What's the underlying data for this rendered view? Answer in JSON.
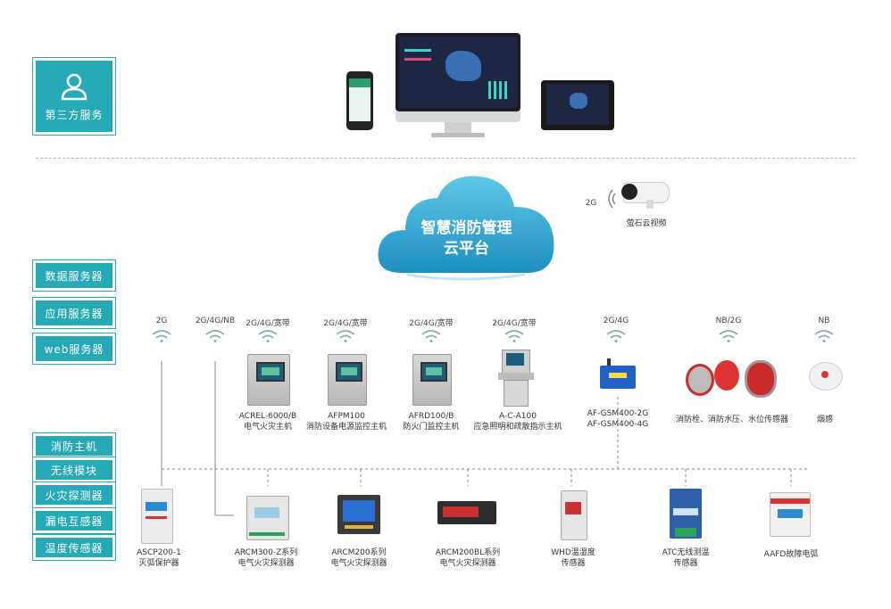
{
  "colors": {
    "accent": "#26aab8",
    "cloud": "#2a9fc2",
    "line": "#888888"
  },
  "left_boxes": {
    "third_party": "第三方服务",
    "data_server": "数据服务器",
    "app_server": "应用服务器",
    "web_server": "web服务器"
  },
  "features": [
    "消防主机",
    "无线模块",
    "火灾探测器",
    "漏电互感器",
    "温度传感器"
  ],
  "cloud": {
    "line1": "智慧消防管理",
    "line2": "云平台"
  },
  "camera": {
    "signal": "2G",
    "label": "萤石云视频"
  },
  "top_devices": [
    {
      "signal": "2G/4G/宽带",
      "line1": "ACREL-6000/B",
      "line2": "电气火灾主机"
    },
    {
      "signal": "2G/4G/宽带",
      "line1": "AFPM100",
      "line2": "消防设备电源监控主机"
    },
    {
      "signal": "2G/4G/宽带",
      "line1": "AFRD100/B",
      "line2": "防火门监控主机"
    },
    {
      "signal": "2G/4G/宽带",
      "line1": "A-C-A100",
      "line2": "应急照明和疏散指示主机"
    },
    {
      "signal": "2G/4G",
      "line1": "AF-GSM400-2G",
      "line2": "AF-GSM400-4G"
    },
    {
      "signal": "NB/2G",
      "line1": "消防栓、消防水压、水位传感器",
      "line2": ""
    },
    {
      "signal": "NB",
      "line1": "烟感",
      "line2": ""
    }
  ],
  "left_signals": [
    "2G",
    "2G/4G/NB"
  ],
  "bottom_devices": [
    {
      "line1": "ASCP200-1",
      "line2": "灭弧保护器"
    },
    {
      "line1": "ARCM300-Z系列",
      "line2": "电气火灾探测器"
    },
    {
      "line1": "ARCM200系列",
      "line2": "电气火灾探测器"
    },
    {
      "line1": "ARCM200BL系列",
      "line2": "电气火灾探测器"
    },
    {
      "line1": "WHD温湿度",
      "line2": "传感器"
    },
    {
      "line1": "ATC无线测温",
      "line2": "传感器"
    },
    {
      "line1": "AAFD故障电弧",
      "line2": ""
    }
  ]
}
